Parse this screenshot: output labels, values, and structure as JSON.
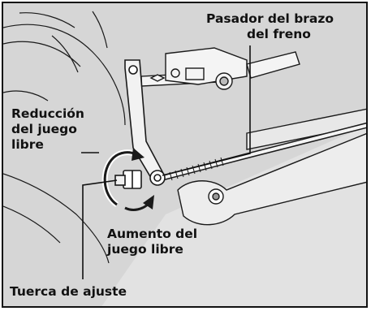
{
  "figure": {
    "callouts": {
      "brake_arm_pin": [
        "Pasador del brazo",
        "del freno"
      ],
      "freeplay_reduce": [
        "Reducción",
        "del juego",
        "libre"
      ],
      "freeplay_increase": [
        "Aumento del",
        "juego libre"
      ],
      "adjust_nut": [
        "Tuerca de ajuste"
      ]
    },
    "colors": {
      "background": "#d9d9d9",
      "line_art": "#1a1a1a",
      "frame": "#111111"
    }
  }
}
